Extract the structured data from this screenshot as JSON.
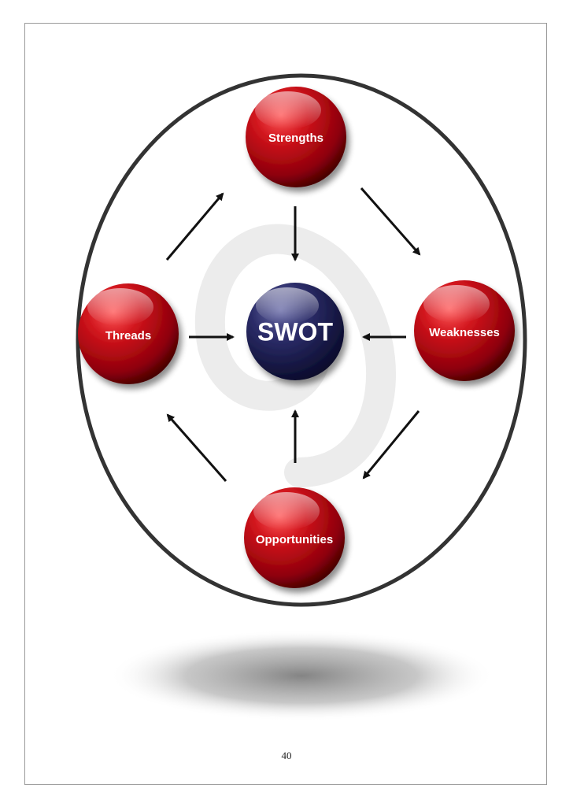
{
  "diagram": {
    "center_label": "SWOT",
    "nodes": {
      "strengths": "Strengths",
      "weaknesses": "Weaknesses",
      "opportunities": "Opportunities",
      "threads": "Threads"
    }
  },
  "colors": {
    "node_red": "#c8141b",
    "node_red_dark": "#5e0006",
    "center_blue": "#2e2f6e",
    "center_blue_dark": "#0d0e33",
    "outline": "#333333",
    "arrow": "#111111"
  },
  "footer": {
    "page_number": "40"
  }
}
